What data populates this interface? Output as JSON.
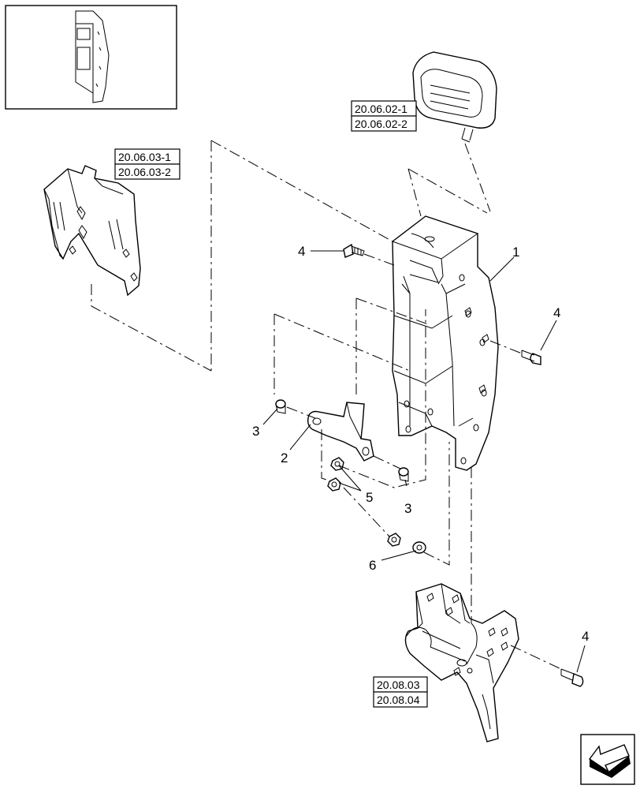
{
  "callouts": {
    "c1": "1",
    "c2": "2",
    "c3a": "3",
    "c3b": "3",
    "c4a": "4",
    "c4b": "4",
    "c4c": "4",
    "c5": "5",
    "c6": "6"
  },
  "references": {
    "lamp_top": "20.06.02-1",
    "lamp_bottom": "20.06.02-2",
    "bracket_top": "20.06.03-1",
    "bracket_bottom": "20.06.03-2",
    "mount_top": "20.08.03",
    "mount_bottom": "20.08.04"
  },
  "icons": {
    "thumbnail": "overview-thumbnail-icon",
    "nav": "previous-page-arrow-icon"
  }
}
